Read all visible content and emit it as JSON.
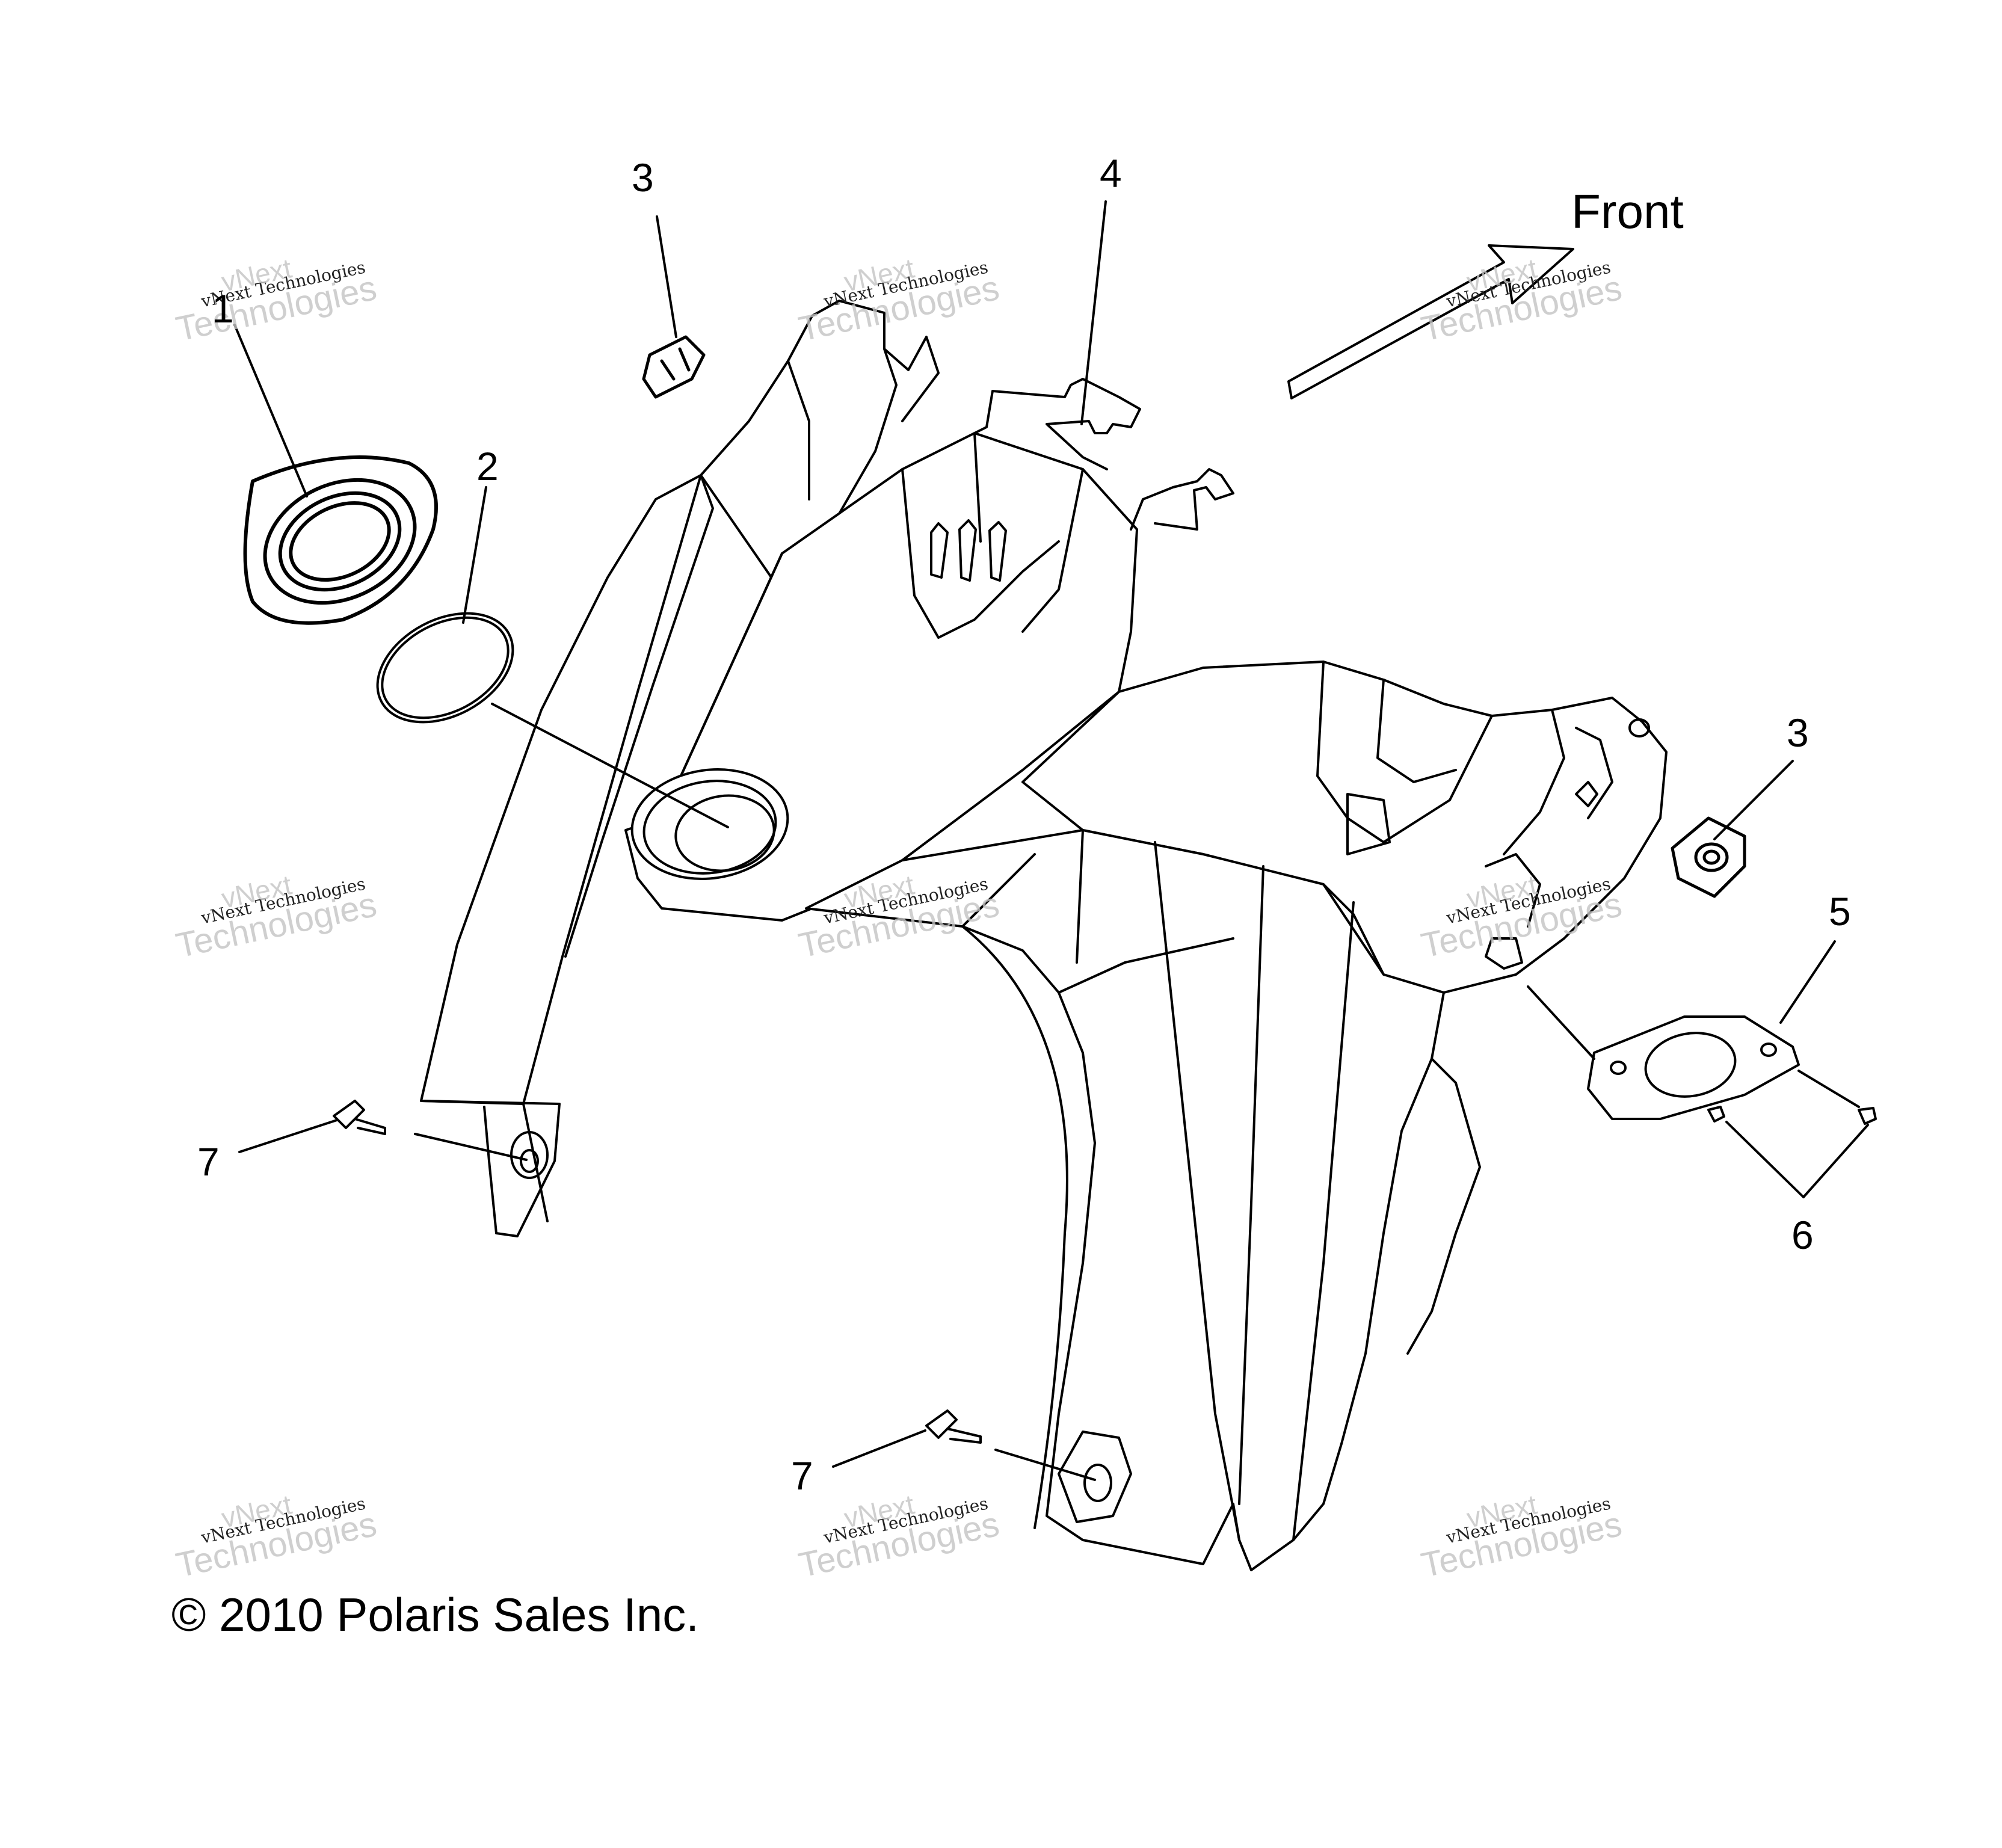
{
  "colors": {
    "line": "#000000",
    "background": "#ffffff",
    "watermark": "#c4c4c4"
  },
  "direction_label": "Front",
  "copyright": "© 2010 Polaris Sales Inc.",
  "watermark": {
    "line1": "vNext",
    "line2": "vNext Technologies",
    "line3": "Technologies"
  },
  "callouts": {
    "c1": "1",
    "c2": "2",
    "c3a": "3",
    "c3b": "3",
    "c4": "4",
    "c5": "5",
    "c6": "6",
    "c7a": "7",
    "c7b": "7"
  },
  "parts": [
    {
      "callout": "1",
      "icon": "gas-cap-ring-icon"
    },
    {
      "callout": "2",
      "icon": "o-ring-seal-icon"
    },
    {
      "callout": "3",
      "icon": "push-clip-icon"
    },
    {
      "callout": "4",
      "icon": "upper-panel-tab-icon"
    },
    {
      "callout": "5",
      "icon": "cover-plate-icon"
    },
    {
      "callout": "6",
      "icon": "screw-icon"
    },
    {
      "callout": "7",
      "icon": "push-rivet-icon"
    }
  ]
}
